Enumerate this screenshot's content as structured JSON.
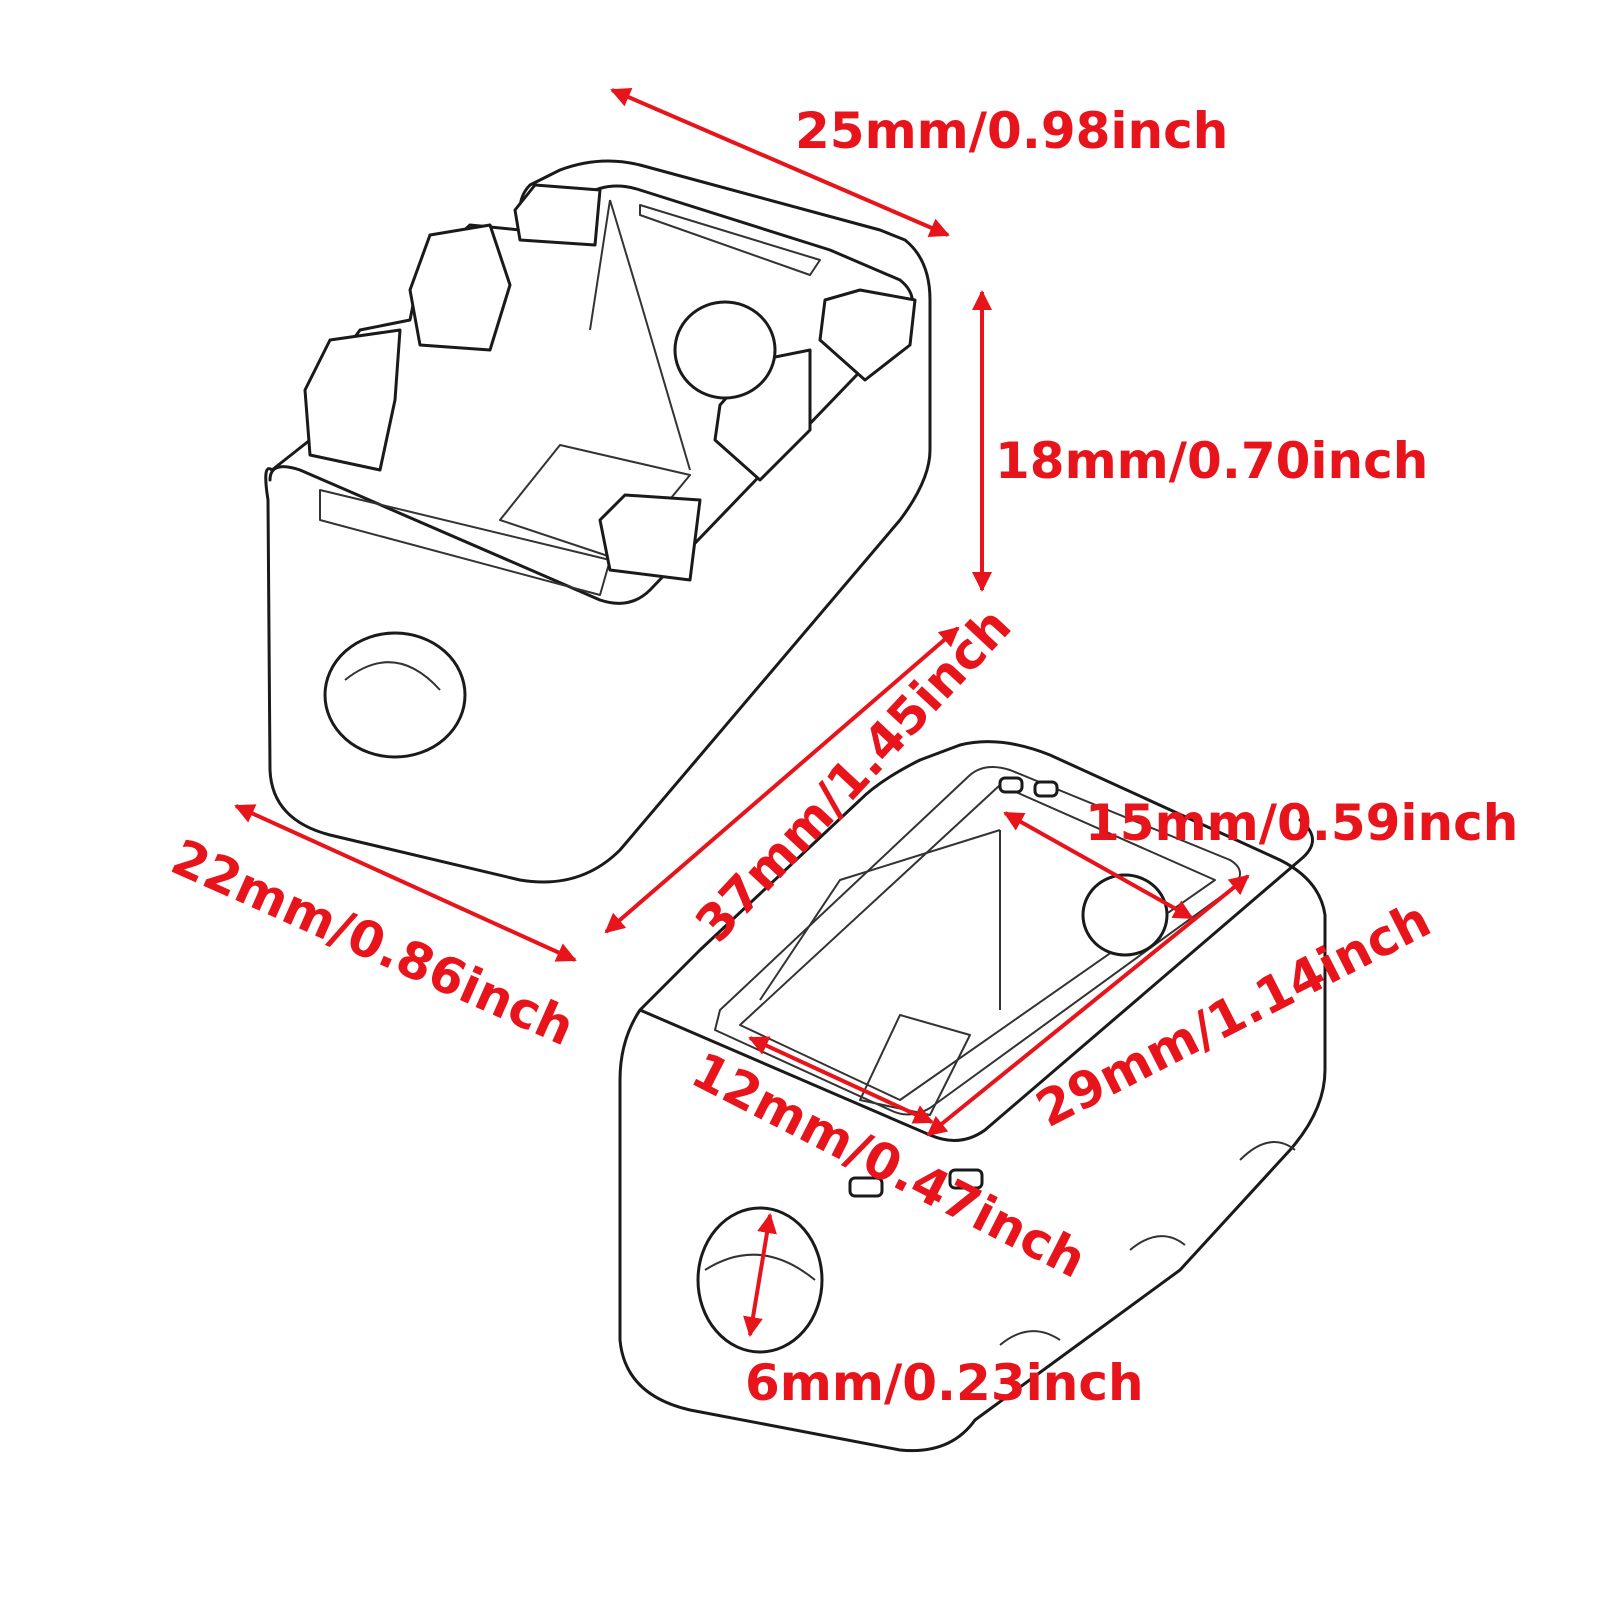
{
  "accent_color": "#e8141b",
  "outline_color": "#1a1a1a",
  "dimensions": {
    "width_top": "25mm/0.98inch",
    "height": "18mm/0.70inch",
    "length": "37mm/1.45inch",
    "depth": "22mm/0.86inch",
    "inner_long": "15mm/0.59inch",
    "inner_length": "29mm/1.14inch",
    "inner_short": "12mm/0.47inch",
    "hole": "6mm/0.23inch"
  }
}
